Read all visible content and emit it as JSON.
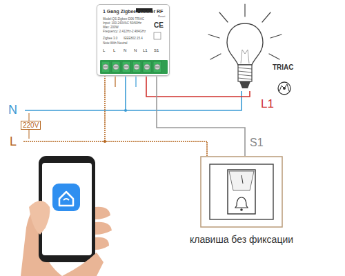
{
  "diagram": {
    "nodes": [
      {
        "text": [
          "1 Gang Zigbee Dimmer",
          "RF",
          "Reset",
          "Model:QS-Zigbee-D06-TRIAC",
          "Input: 100-240VAC 50/60Hz",
          "Max: 200W",
          "Frequency: 2.412Hz-2.484GHz",
          "Zigbee 3.0",
          "IEEE802.15.4",
          "Note:With Neutral",
          "CE"
        ]
      },
      {
        "text": [
          "TRIAC"
        ]
      },
      {
        "text": [
          "клавиша без фиксации"
        ]
      }
    ],
    "edges": [
      {
        "from": 0,
        "to": 1,
        "label": "L1",
        "arrow": "none"
      },
      {
        "from": 0,
        "to": 2,
        "label": "S1",
        "arrow": "none"
      }
    ],
    "labels": [
      "L",
      "L",
      "N",
      "N",
      "L1",
      "S1",
      "N",
      "220V",
      "L"
    ]
  }
}
